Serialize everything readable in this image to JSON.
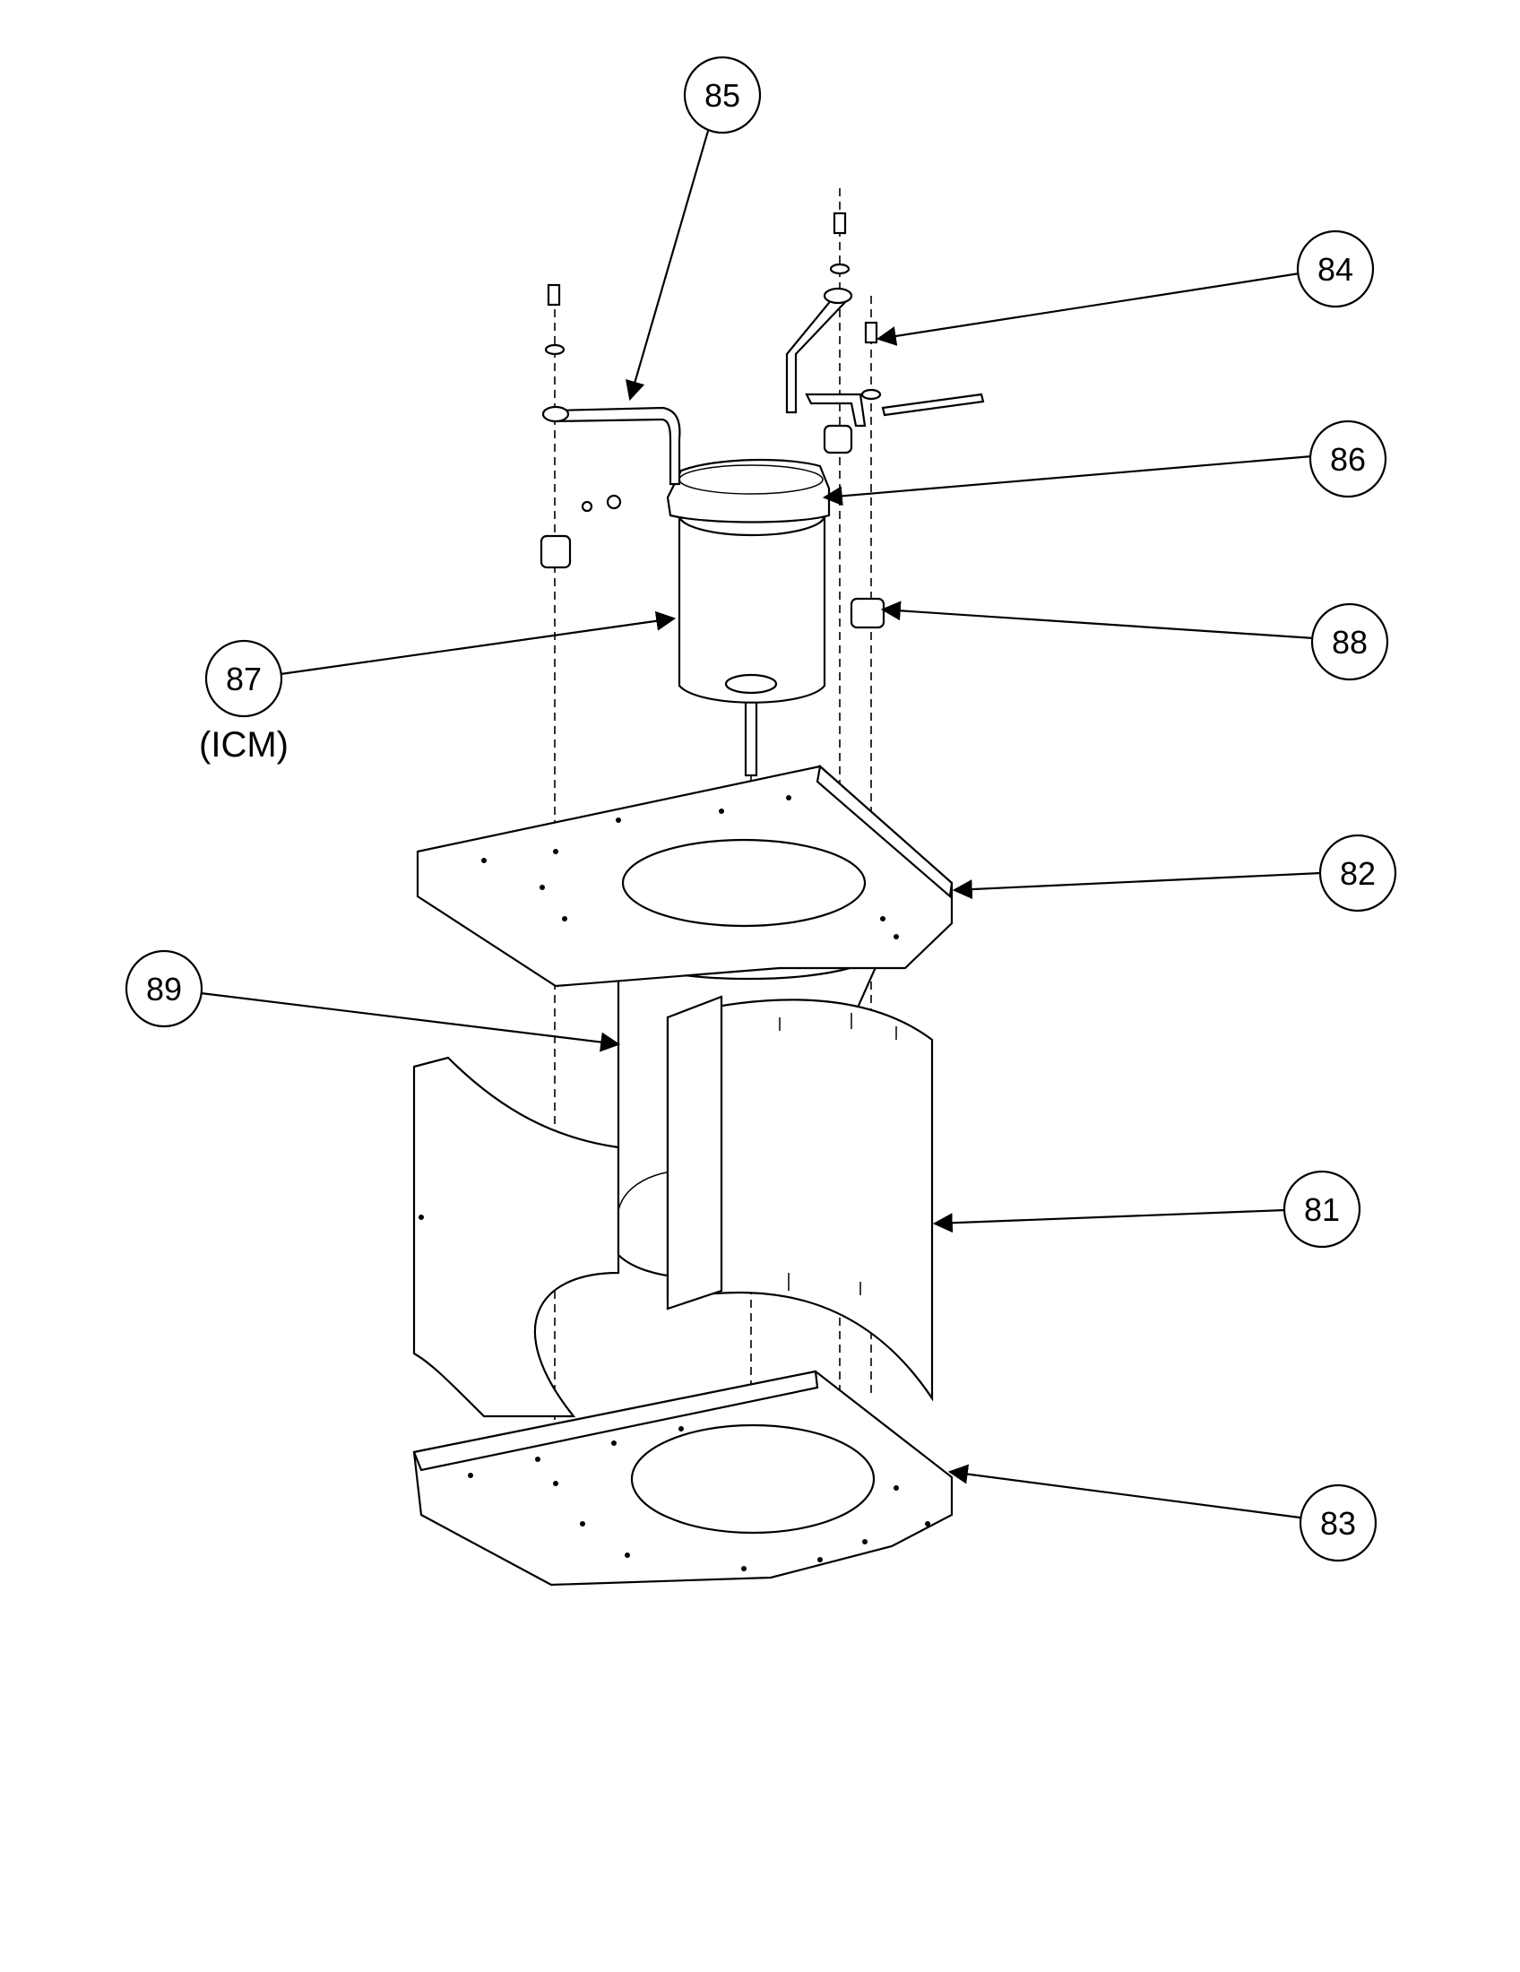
{
  "diagram": {
    "callouts": [
      {
        "id": "85",
        "label": "85"
      },
      {
        "id": "84",
        "label": "84"
      },
      {
        "id": "86",
        "label": "86"
      },
      {
        "id": "88",
        "label": "88"
      },
      {
        "id": "87",
        "label": "87",
        "sublabel": "(ICM)"
      },
      {
        "id": "82",
        "label": "82"
      },
      {
        "id": "89",
        "label": "89"
      },
      {
        "id": "81",
        "label": "81"
      },
      {
        "id": "83",
        "label": "83"
      }
    ]
  }
}
